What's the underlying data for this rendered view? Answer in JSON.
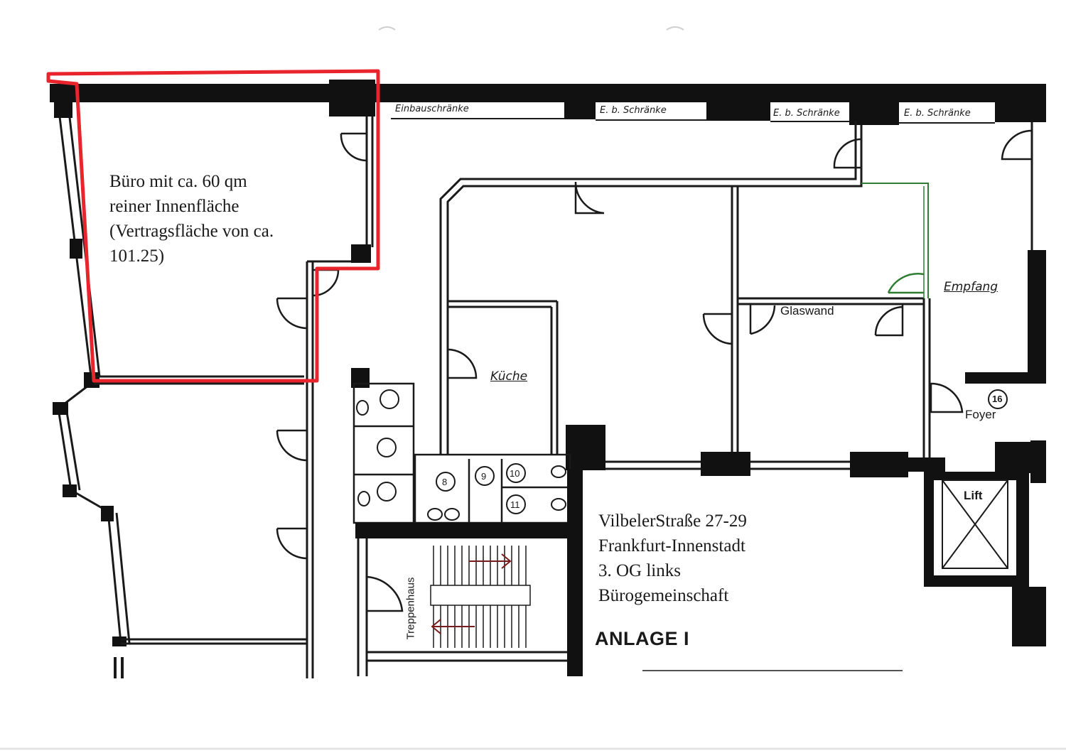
{
  "office_description": {
    "line1": "Büro mit ca. 60 qm",
    "line2": "reiner Innenfläche",
    "line3": "(Vertragsfläche von ca.",
    "line4": "101.25)"
  },
  "labels": {
    "built_in_cabinets": "Einbauschränke",
    "cabinets_1": "E. b. Schränke",
    "cabinets_2": "E. b. Schränke",
    "cabinets_3": "E. b. Schränke",
    "reception": "Empfang",
    "glass_wall": "Glaswand",
    "kitchen": "Küche",
    "foyer": "Foyer",
    "foyer_number": "16",
    "lift": "Lift",
    "staircase": "Treppenhaus",
    "wc_8": "8",
    "wc_9": "9",
    "wc_10": "10",
    "wc_11": "11"
  },
  "address": {
    "street": "VilbelerStraße 27-29",
    "city": "Frankfurt-Innenstadt",
    "floor": "3. OG links",
    "type": "Bürogemeinschaft"
  },
  "annex_label": "ANLAGE I",
  "colors": {
    "wall": "#111111",
    "highlight": "#e8242c",
    "glass_wall": "#2e7d32",
    "line": "#1a1a1a"
  }
}
